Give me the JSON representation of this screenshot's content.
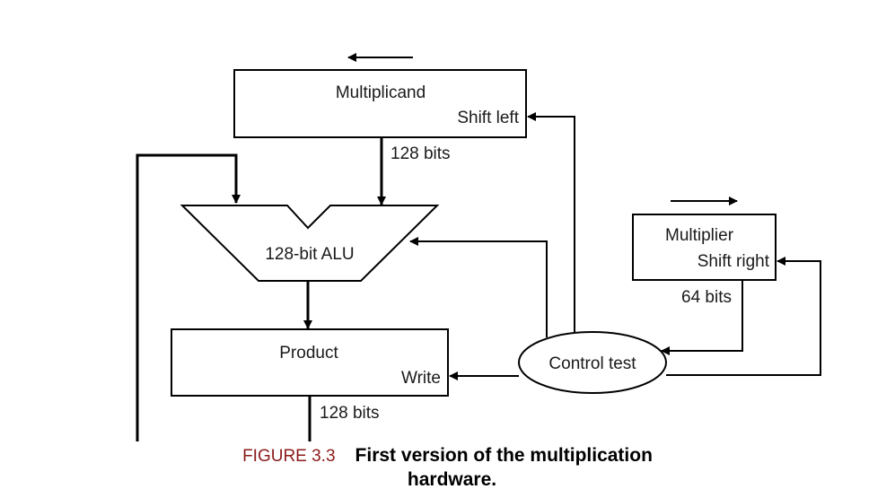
{
  "diagram": {
    "multiplicand": {
      "label": "Multiplicand",
      "action": "Shift left"
    },
    "multiplicand_width": "128 bits",
    "alu": {
      "label": "128-bit ALU"
    },
    "product": {
      "label": "Product",
      "action": "Write"
    },
    "product_width": "128 bits",
    "multiplier": {
      "label": "Multiplier",
      "action": "Shift right"
    },
    "multiplier_width": "64 bits",
    "control": {
      "label": "Control test"
    }
  },
  "caption": {
    "figure_number": "FIGURE 3.3",
    "title_line1": "First version of the multiplication",
    "title_line2": "hardware."
  },
  "colors": {
    "line": "#000000",
    "box_border": "#000000",
    "figure_number": "#8b1a1a"
  }
}
